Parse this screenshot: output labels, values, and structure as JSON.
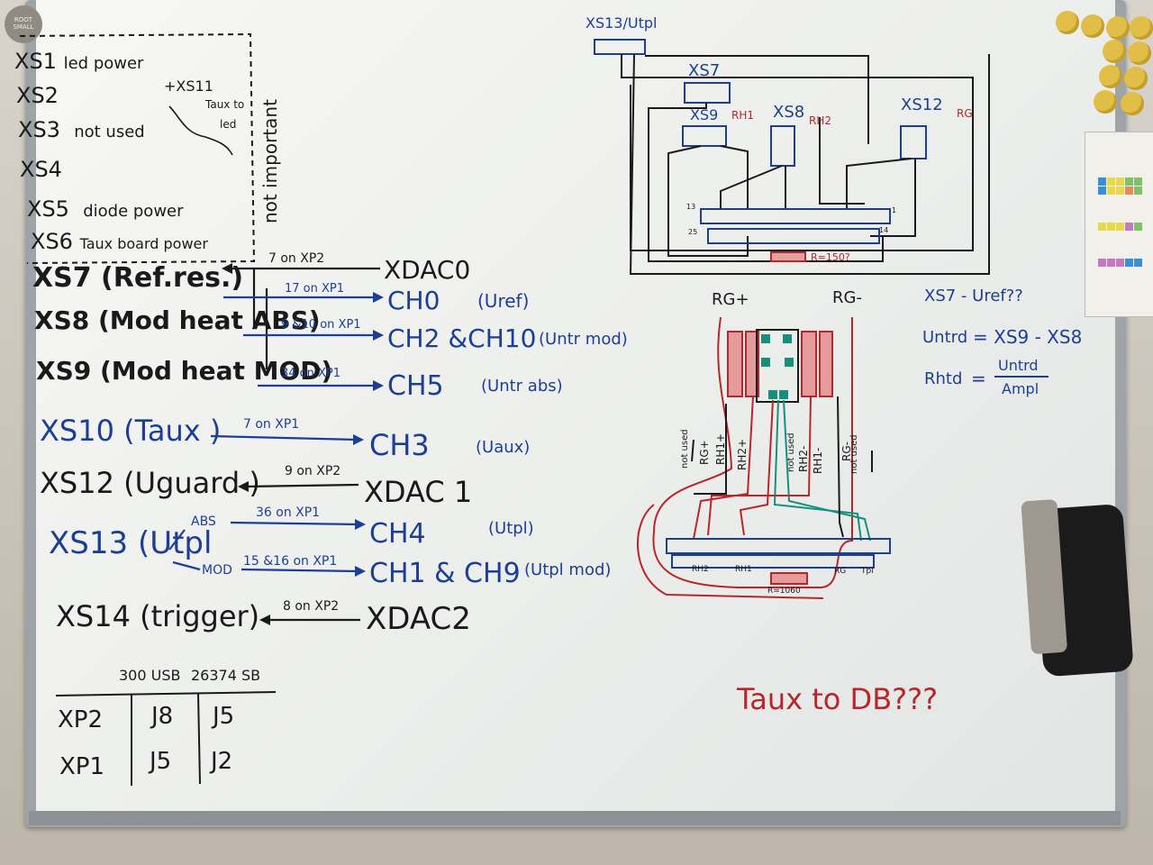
{
  "colors": {
    "black_ink": "#1a1a1a",
    "blue_ink": "#1d3f93",
    "red_ink": "#b8262a",
    "teal_ink": "#16907e",
    "board": "#f2f3f1",
    "frame": "#9ea3a7"
  },
  "logo": {
    "text": "ROOT SMALL"
  },
  "legend": {
    "items": [
      {
        "id": "XS1",
        "desc": "led power"
      },
      {
        "id": "XS2",
        "desc": ""
      },
      {
        "id": "XS3",
        "desc": "not used"
      },
      {
        "id": "XS4",
        "desc": ""
      },
      {
        "id": "XS5",
        "desc": "diode power"
      },
      {
        "id": "XS6",
        "desc": "Taux board power"
      }
    ],
    "note_line1": "+XS11",
    "note_line2": "Taux to",
    "note_line3": "led",
    "side_label": "not important"
  },
  "mapping": {
    "rows": [
      {
        "source": "XS7 (Ref.res.)",
        "wire": "7 on XP2",
        "target": "XDAC0",
        "note": ""
      },
      {
        "source": "",
        "wire": "17 on XP1",
        "target": "CH0",
        "note": "(Uref)"
      },
      {
        "source": "XS8 (Mod heat ABS)",
        "wire": "9 &10 on XP1",
        "target": "CH2 &CH10",
        "note": "(Untr mod)"
      },
      {
        "source": "XS9 (Mod heat MOD)",
        "wire": "34 on XP1",
        "target": "CH5",
        "note": "(Untr abs)"
      },
      {
        "source": "XS10 (Taux )",
        "wire": "7 on XP1",
        "target": "CH3",
        "note": "(Uaux)"
      },
      {
        "source": "XS12 (Uguard )",
        "wire": "9 on XP2",
        "target": "XDAC 1",
        "note": ""
      },
      {
        "source": "XS13 (Utpl",
        "wire": "36 on XP1",
        "target": "CH4",
        "note": "(Utpl)"
      },
      {
        "source": "",
        "wire": "15 &16 on XP1",
        "target": "CH1 & CH9",
        "note": "(Utpl mod)"
      },
      {
        "source": "XS14 (trigger)",
        "wire": "8 on XP2",
        "target": "XDAC2",
        "note": ""
      }
    ],
    "abs_label": "ABS",
    "mod_label": "MOD"
  },
  "usb_table": {
    "header": [
      "",
      "300 USB",
      "26374 SB"
    ],
    "rows": [
      [
        "XP2",
        "J8",
        "J5"
      ],
      [
        "XP1",
        "J5",
        "J2"
      ]
    ]
  },
  "top_diagram": {
    "labels": [
      "XS13/Utpl",
      "XS7",
      "XS9",
      "RH1",
      "XS8",
      "RH2",
      "XS12",
      "RG"
    ],
    "pin_labels": [
      "13",
      "25",
      "14",
      "1"
    ],
    "resistor_label": "R=150?"
  },
  "formulas": {
    "line1": "XS7 - Uref??",
    "line2_lhs": "Untrd",
    "line2_rhs": "= XS9 - XS8",
    "line3_lhs": "Rhtd",
    "line3_num": "Untrd",
    "line3_den": "Ampl"
  },
  "bottom_diagram": {
    "rg_plus": "RG+",
    "rg_minus": "RG-",
    "vertical_labels": [
      "not used",
      "RG+",
      "RH1+",
      "RH2+",
      "not used",
      "RH2-",
      "RH1-",
      "RG-",
      "not used"
    ],
    "bottom_labels": [
      "RH2",
      "RH1",
      "RG",
      "Tpl"
    ],
    "resistor_label": "R=1060"
  },
  "question": "Taux to DB???"
}
